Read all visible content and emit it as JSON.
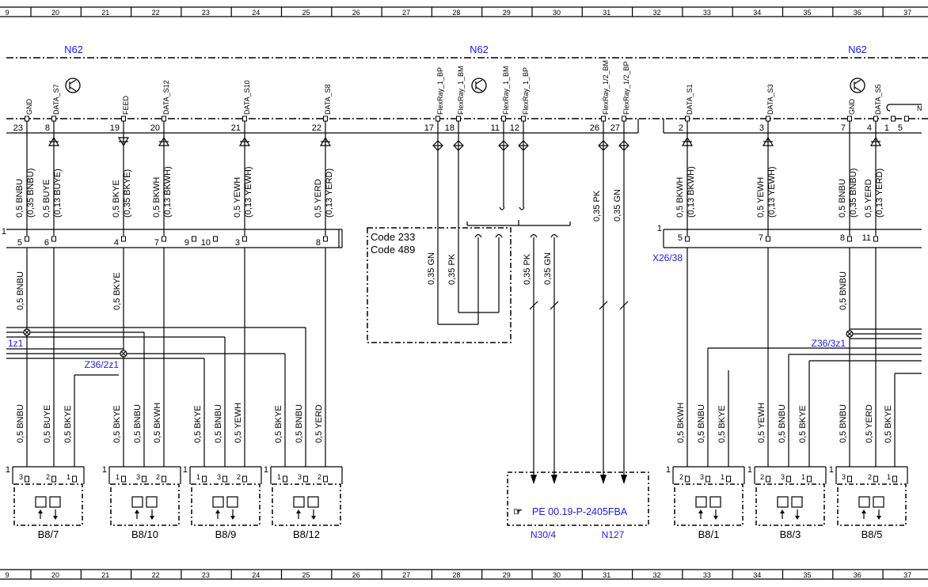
{
  "ruler": {
    "columns": [
      "9",
      "20",
      "21",
      "22",
      "23",
      "24",
      "25",
      "26",
      "27",
      "28",
      "29",
      "30",
      "31",
      "32",
      "33",
      "34",
      "35",
      "36",
      "37"
    ]
  },
  "modules": [
    {
      "label": "N62"
    },
    {
      "label": "N62"
    },
    {
      "label": "N62"
    }
  ],
  "top_pins": [
    {
      "num": "23",
      "sig": "GND"
    },
    {
      "num": "8",
      "sig": "DATA_S7"
    },
    {
      "num": "19",
      "sig": "FEED"
    },
    {
      "num": "20",
      "sig": "DATA_S12"
    },
    {
      "num": "21",
      "sig": "DATA_S10"
    },
    {
      "num": "22",
      "sig": "DATA_S8"
    },
    {
      "num": "17",
      "sig": "FlexRay_1_BP"
    },
    {
      "num": "18",
      "sig": "FlexRay_1_BM"
    },
    {
      "num": "11",
      "sig": "FlexRay_1_BM"
    },
    {
      "num": "12",
      "sig": "FlexRay_1_BP"
    },
    {
      "num": "26",
      "sig": "FlexRay_1/2_BM"
    },
    {
      "num": "27",
      "sig": "FlexRay_1/2_BP"
    },
    {
      "num": "2",
      "sig": "DATA_S1"
    },
    {
      "num": "3",
      "sig": "DATA_S3"
    },
    {
      "num": "7",
      "sig": "GND"
    },
    {
      "num": "4",
      "sig": "DATA_S5"
    },
    {
      "num": "1",
      "sig": ""
    },
    {
      "num": "5",
      "sig": ""
    }
  ],
  "upper_wires": [
    {
      "l1": "0,5 BNBU",
      "l2": "(0,35 BNBU)"
    },
    {
      "l1": "0,5 BUYE",
      "l2": "(0,13 BUYE)"
    },
    {
      "l1": "0,5 BKYE",
      "l2": "(0,35 BKYE)"
    },
    {
      "l1": "0,5 BKWH",
      "l2": "(0,13 BKWH)"
    },
    {
      "l1": "0,5 YEWH",
      "l2": "(0,13 YEWH)"
    },
    {
      "l1": "0,5 YERD",
      "l2": "(0,13 YERD)"
    },
    {
      "l1": "0,35 PK",
      "l2": ""
    },
    {
      "l1": "0,35 GN",
      "l2": ""
    },
    {
      "l1": "0,5 BKWH",
      "l2": "(0,13 BKWH)"
    },
    {
      "l1": "0,5 YEWH",
      "l2": "(0,13 YEWH)"
    },
    {
      "l1": "0,5 BNBU",
      "l2": "(0,35 BNBU)"
    },
    {
      "l1": "0,5 YERD",
      "l2": "(0,13 YERD)"
    }
  ],
  "connector_pins": [
    "5",
    "6",
    "4",
    "7",
    "9",
    "10",
    "3",
    "8",
    "5",
    "7",
    "8",
    "11",
    "1",
    "1"
  ],
  "connector_label": "X26/38",
  "code_box": {
    "line1": "Code 233",
    "line2": "Code 489"
  },
  "flex_wires": [
    "0,35 GN",
    "0,35 PK",
    "0,35 PK",
    "0,35 GN"
  ],
  "mid_wires": [
    "0,5 BNBU",
    "0,5 BKYE",
    "0,5 BNBU"
  ],
  "splices": [
    "1z1",
    "Z36/2z1",
    "Z36/3z1"
  ],
  "lower_wires": [
    "0,5 BNBU",
    "0,5 BUYE",
    "0,5 BKYE",
    "0,5 BKYE",
    "0,5 BNBU",
    "0,5 BKWH",
    "0,5 BKYE",
    "0,5 BNBU",
    "0,5 YEWH",
    "0,5 BKYE",
    "0,5 BNBU",
    "0,5 YERD",
    "0,5 BKWH",
    "0,5 BNBU",
    "0,5 BKYE",
    "0,5 YEWH",
    "0,5 BNBU",
    "0,5 BKYE",
    "0,5 BNBU",
    "0,5 YERD",
    "0,5 BKYE"
  ],
  "sensors": [
    {
      "label": "B8/7",
      "pins": [
        "3",
        "2",
        "1"
      ]
    },
    {
      "label": "B8/10",
      "pins": [
        "1",
        "3",
        "2"
      ]
    },
    {
      "label": "B8/9",
      "pins": [
        "1",
        "3",
        "2"
      ]
    },
    {
      "label": "B8/12",
      "pins": [
        "1",
        "3",
        "2"
      ]
    },
    {
      "label": "B8/1",
      "pins": [
        "2",
        "3",
        "1"
      ]
    },
    {
      "label": "B8/3",
      "pins": [
        "2",
        "3",
        "1"
      ]
    },
    {
      "label": "B8/5",
      "pins": [
        "3",
        "2",
        "1"
      ]
    }
  ],
  "sensor_pin1": "1",
  "reference": {
    "text": "PE 00.19-P-2405FBA",
    "left": "N30/4",
    "right": "N127"
  },
  "colors": {
    "link": "#1a1aff",
    "line": "#000000"
  }
}
